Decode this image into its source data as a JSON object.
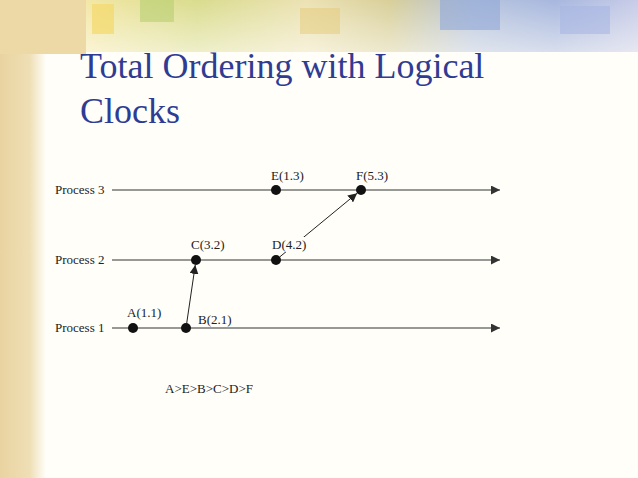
{
  "diagram": {
    "title": "Total Ordering with Logical Clocks",
    "nodes": [
      {
        "text": [
          "E(1.3)"
        ]
      },
      {
        "text": [
          "F(5.3)"
        ]
      },
      {
        "text": [
          "C(3.2)"
        ]
      },
      {
        "text": [
          "D(4.2)"
        ]
      },
      {
        "text": [
          "A(1.1)"
        ]
      },
      {
        "text": [
          "B(2.1)"
        ]
      }
    ],
    "edges": [
      {
        "from": 5,
        "to": 2,
        "arrow": "to"
      },
      {
        "from": 3,
        "to": 1,
        "arrow": "to"
      }
    ],
    "labels": [
      "Process 3",
      "Process 2",
      "Process 1",
      "A>E>B>C>D>F"
    ]
  }
}
